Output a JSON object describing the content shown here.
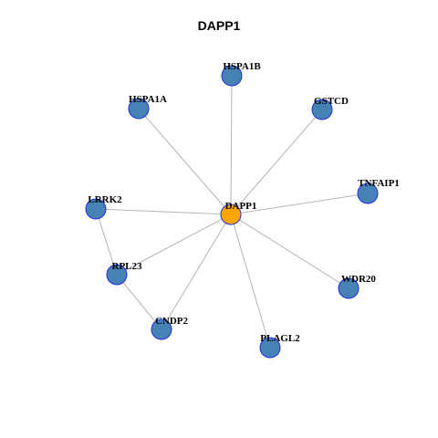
{
  "title": "DAPP1",
  "colors": {
    "center_node": "#FFA500",
    "node": "#4682B4",
    "node_border": "#1F2EE0",
    "edge": "#B4B4B4"
  },
  "graph": {
    "nodes": [
      {
        "id": "DAPP1",
        "type": "center"
      },
      {
        "id": "HSPA1B",
        "type": "neighbor"
      },
      {
        "id": "HSPA1A",
        "type": "neighbor"
      },
      {
        "id": "GSTCD",
        "type": "neighbor"
      },
      {
        "id": "TNFAIP1",
        "type": "neighbor"
      },
      {
        "id": "LRRK2",
        "type": "neighbor"
      },
      {
        "id": "RPL23",
        "type": "neighbor"
      },
      {
        "id": "WDR20",
        "type": "neighbor"
      },
      {
        "id": "CNDP2",
        "type": "neighbor"
      },
      {
        "id": "PLAGL2",
        "type": "neighbor"
      }
    ],
    "edges": [
      [
        "DAPP1",
        "HSPA1B"
      ],
      [
        "DAPP1",
        "HSPA1A"
      ],
      [
        "DAPP1",
        "GSTCD"
      ],
      [
        "DAPP1",
        "TNFAIP1"
      ],
      [
        "DAPP1",
        "LRRK2"
      ],
      [
        "DAPP1",
        "RPL23"
      ],
      [
        "DAPP1",
        "WDR20"
      ],
      [
        "DAPP1",
        "CNDP2"
      ],
      [
        "DAPP1",
        "PLAGL2"
      ],
      [
        "LRRK2",
        "RPL23"
      ],
      [
        "RPL23",
        "CNDP2"
      ]
    ]
  }
}
